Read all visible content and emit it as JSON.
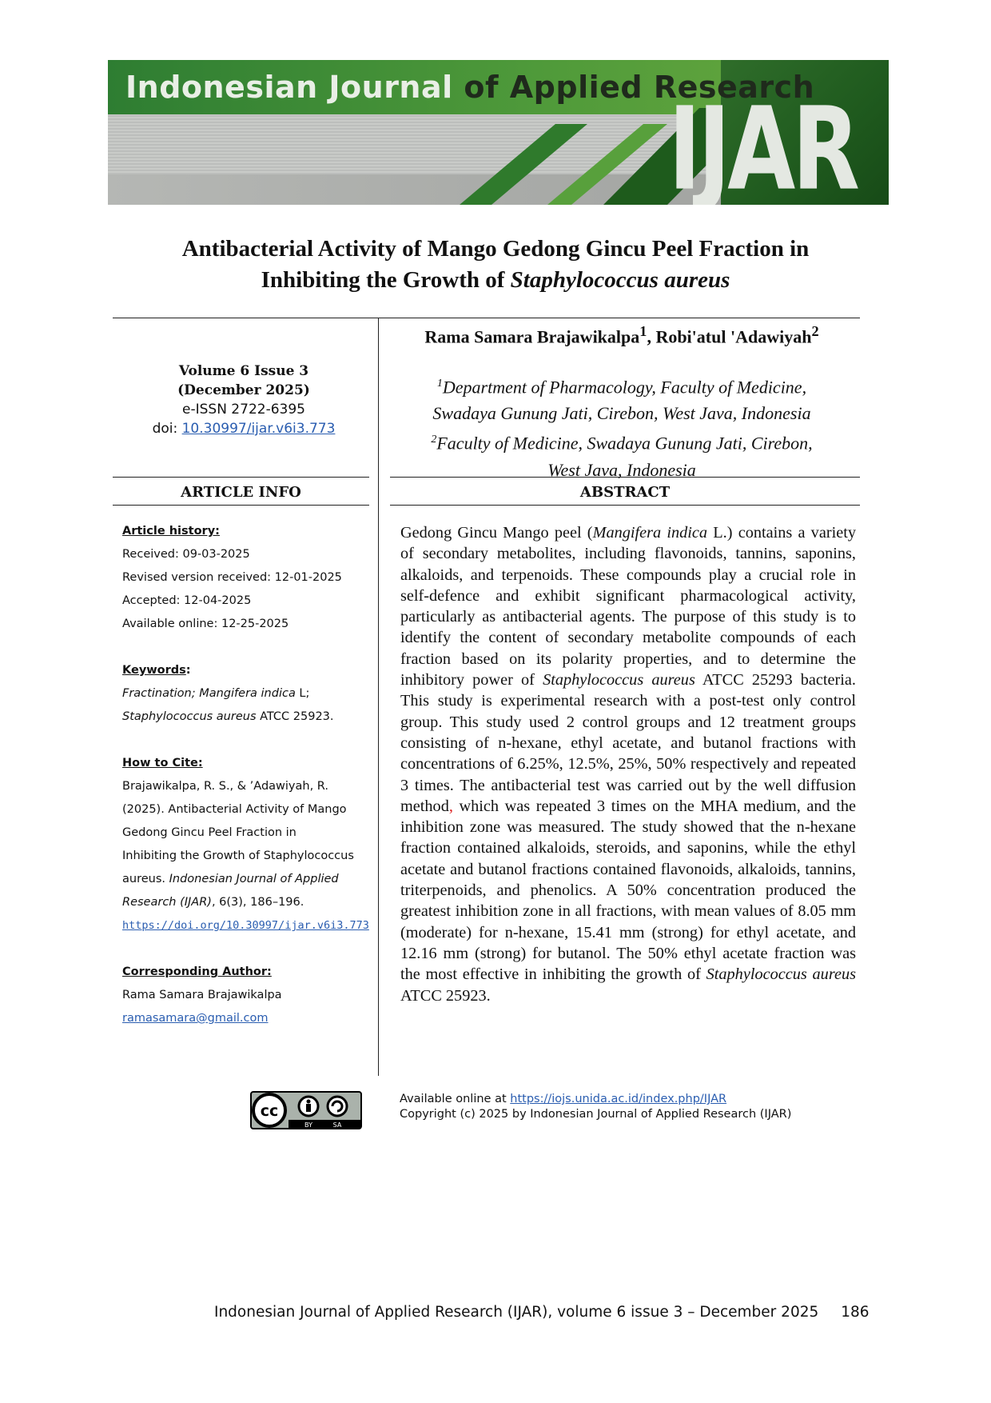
{
  "banner": {
    "journal_part1": "Indonesian Journal ",
    "journal_part2": "of Applied Research",
    "logo": "IJAR"
  },
  "title": {
    "line1": "Antibacterial Activity of Mango Gedong Gincu Peel Fraction in",
    "line2_prefix": "Inhibiting the Growth of ",
    "line2_italic": "Staphylococcus aureus"
  },
  "authors": {
    "author1": "Rama Samara Brajawikalpa",
    "author1_sup": "1",
    "sep": ", ",
    "author2": "Robi'atul 'Adawiyah",
    "author2_sup": "2"
  },
  "affiliations": {
    "a1_sup": "1",
    "a1_line1": "Department of Pharmacology, Faculty of Medicine,",
    "a1_line2": "Swadaya Gunung Jati, Cirebon, West Java, Indonesia",
    "a2_sup": "2",
    "a2_line1": "Faculty of Medicine, Swadaya Gunung Jati, Cirebon,",
    "a2_line2": "West Java, Indonesia"
  },
  "volume": {
    "issue": "Volume 6 Issue 3",
    "date": "(December 2025)",
    "eissn": "e-ISSN 2722-6395",
    "doi_label": "doi: ",
    "doi": "10.30997/ijar.v6i3.773"
  },
  "article_info": {
    "heading": "ARTICLE INFO",
    "history_label": "Article history:",
    "received": "Received: 09-03-2025",
    "revised": "Revised version received: 12-01-2025",
    "accepted": "Accepted: 12-04-2025",
    "online": "Available online: 12-25-2025",
    "keywords_label": "Keywords",
    "keywords_colon": ":",
    "kw_line1_a": "Fractination; ",
    "kw_line1_b": "Mangifera indica",
    "kw_line1_c": " L;",
    "kw_line2_a": "Staphylococcus aureus",
    "kw_line2_b": " ATCC 25923.",
    "cite_label": "How to Cite:",
    "cite_l1": "Brajawikalpa, R. S., & ’Adawiyah, R.",
    "cite_l2": "(2025). Antibacterial Activity of Mango",
    "cite_l3": "Gedong Gincu Peel Fraction in",
    "cite_l4": "Inhibiting the Growth of Staphylococcus",
    "cite_l5a": "aureus. ",
    "cite_l5b": "Indonesian Journal of Applied",
    "cite_l6a": "Research (IJAR)",
    "cite_l6b": ", 6(3), 186–196.",
    "cite_link": "https://doi.org/10.30997/ijar.v6i3.773",
    "corr_label": "Corresponding Author:",
    "corr_name": "Rama Samara Brajawikalpa",
    "corr_email": "ramasamara@gmail.com"
  },
  "abstract": {
    "heading": "ABSTRACT",
    "p1": "Gedong Gincu Mango peel (",
    "p1_it": "Mangifera indica",
    "p2": " L.) contains a variety of secondary metabolites, including flavonoids, tannins, saponins, alkaloids, and terpenoids. These compounds play a crucial role in self-defence and exhibit significant pharmacological activity, particularly as antibacterial agents. The purpose of this study is to identify the content of secondary metabolite compounds of each fraction based on its polarity properties, and to determine the inhibitory power of ",
    "p2_it": "Staphylococcus aureus",
    "p3": " ATCC 25293 bacteria. This study is experimental research with a post-test only control group. This study used 2 control groups and 12 treatment groups consisting of n-hexane, ethyl acetate, and butanol fractions with concentrations of 6.25%, 12.5%, 25%, 50% respectively and repeated 3 times. The antibacterial test was carried out by the well diffusion method",
    "p3_red": ",",
    "p4": " which was repeated 3 times on the MHA medium, and the inhibition zone was measured. The study showed that the n-hexane fraction contained alkaloids, steroids, and saponins, while the ethyl acetate and butanol fractions contained flavonoids, alkaloids, tannins, triterpenoids, and phenolics. A 50% concentration produced the greatest inhibition zone in all fractions, with mean values of 8.05 mm (moderate) for n-hexane, 15.41 mm (strong) for ethyl acetate, and 12.16 mm (strong) for butanol. The 50% ethyl acetate fraction was the most effective in inhibiting the growth of ",
    "p4_it": "Staphylococcus aureus",
    "p5": " ATCC 25923."
  },
  "license": {
    "cc": "cc",
    "by": "BY",
    "sa": "SA"
  },
  "availability": {
    "online_prefix": "Available online at ",
    "online_link": "https://iojs.unida.ac.id/index.php/IJAR",
    "copyright": "Copyright (c) 2025 by Indonesian Journal of Applied Research (IJAR)"
  },
  "footer": {
    "running": "Indonesian Journal of Applied Research (IJAR), volume 6 issue 3 – December 2025",
    "page": "186"
  }
}
